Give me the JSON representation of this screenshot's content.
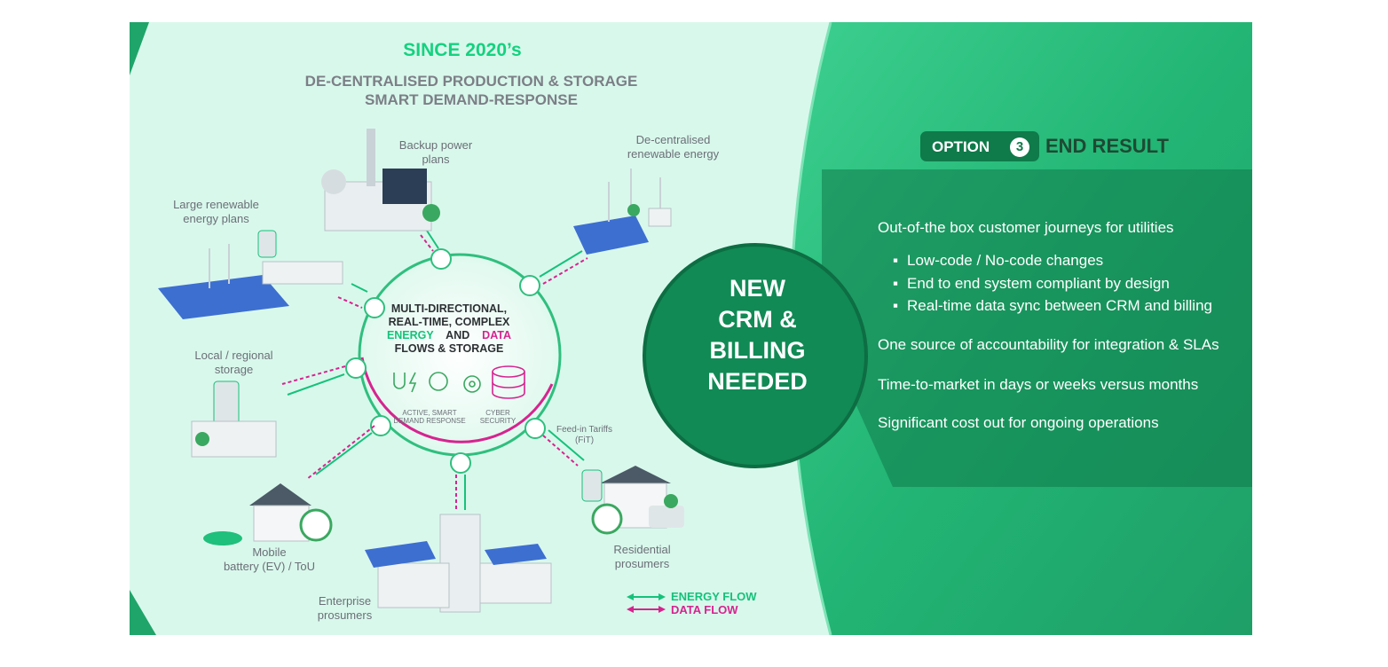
{
  "header": {
    "since": "SINCE 2020’s",
    "subtitle_line1": "DE-CENTRALISED PRODUCTION & STORAGE",
    "subtitle_line2": "SMART DEMAND-RESPONSE"
  },
  "nodes": {
    "backup": [
      "Backup power",
      "plans"
    ],
    "decentral": [
      "De-centralised",
      "renewable energy"
    ],
    "large": [
      "Large renewable",
      "energy plans"
    ],
    "local": [
      "Local / regional",
      "storage"
    ],
    "mobile": [
      "Mobile",
      "battery (EV) / ToU"
    ],
    "enterprise": [
      "Enterprise",
      "prosumers"
    ],
    "residential": [
      "Residential",
      "prosumers"
    ],
    "fit": [
      "Feed-in Tariffs",
      "(FiT)"
    ]
  },
  "hub": {
    "line1": "MULTI-DIRECTIONAL,",
    "line2": "REAL-TIME, COMPLEX",
    "energy": "ENERGY",
    "and": "AND",
    "data": "DATA",
    "line4": "FLOWS & STORAGE",
    "caption_left": [
      "ACTIVE, SMART",
      "DEMAND RESPONSE"
    ],
    "caption_right": [
      "CYBER",
      "SECURITY"
    ]
  },
  "big_circle": {
    "lines": [
      "NEW",
      "CRM &",
      "BILLING",
      "NEEDED"
    ]
  },
  "option": {
    "label": "OPTION",
    "number": "3",
    "title": "END RESULT"
  },
  "results": {
    "intro": "Out-of-the box customer journeys for utilities",
    "bullets": [
      "Low-code / No-code changes",
      "End to end system compliant by design",
      "Real-time data sync between CRM and billing"
    ],
    "points": [
      "One source of accountability for integration & SLAs",
      "Time-to-market in days or weeks versus months",
      "Significant cost out for ongoing operations"
    ]
  },
  "legend": {
    "energy": "ENERGY FLOW",
    "data": "DATA FLOW"
  },
  "colors": {
    "energy": "#14c27a",
    "data": "#d6248f",
    "accent_dark": "#0f7a4a"
  }
}
